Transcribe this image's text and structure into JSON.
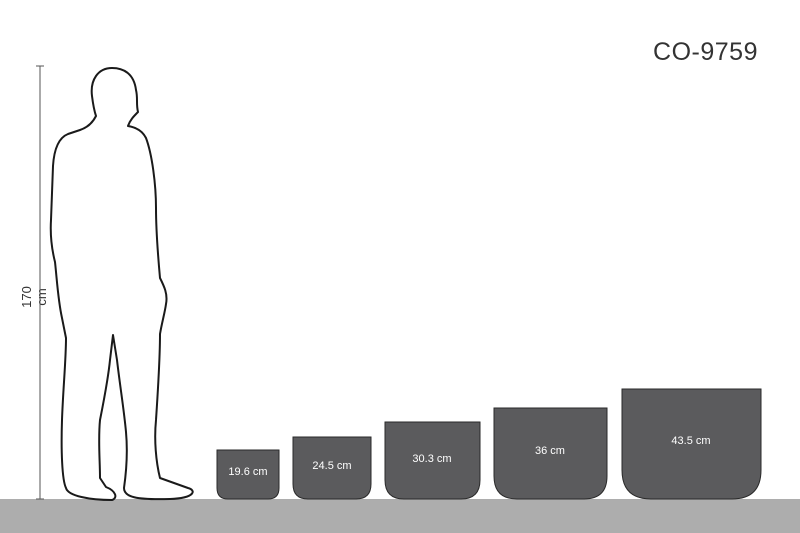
{
  "product_code": "CO-9759",
  "person": {
    "height_label": "170 cm"
  },
  "pots": [
    {
      "size_label": "19.6 cm"
    },
    {
      "size_label": "24.5 cm"
    },
    {
      "size_label": "30.3 cm"
    },
    {
      "size_label": "36 cm"
    },
    {
      "size_label": "43.5 cm"
    }
  ],
  "colors": {
    "pot": "#5b5b5d",
    "floor": "#adadad",
    "outline": "#1a1a1a",
    "dimension_line": "#555555"
  }
}
